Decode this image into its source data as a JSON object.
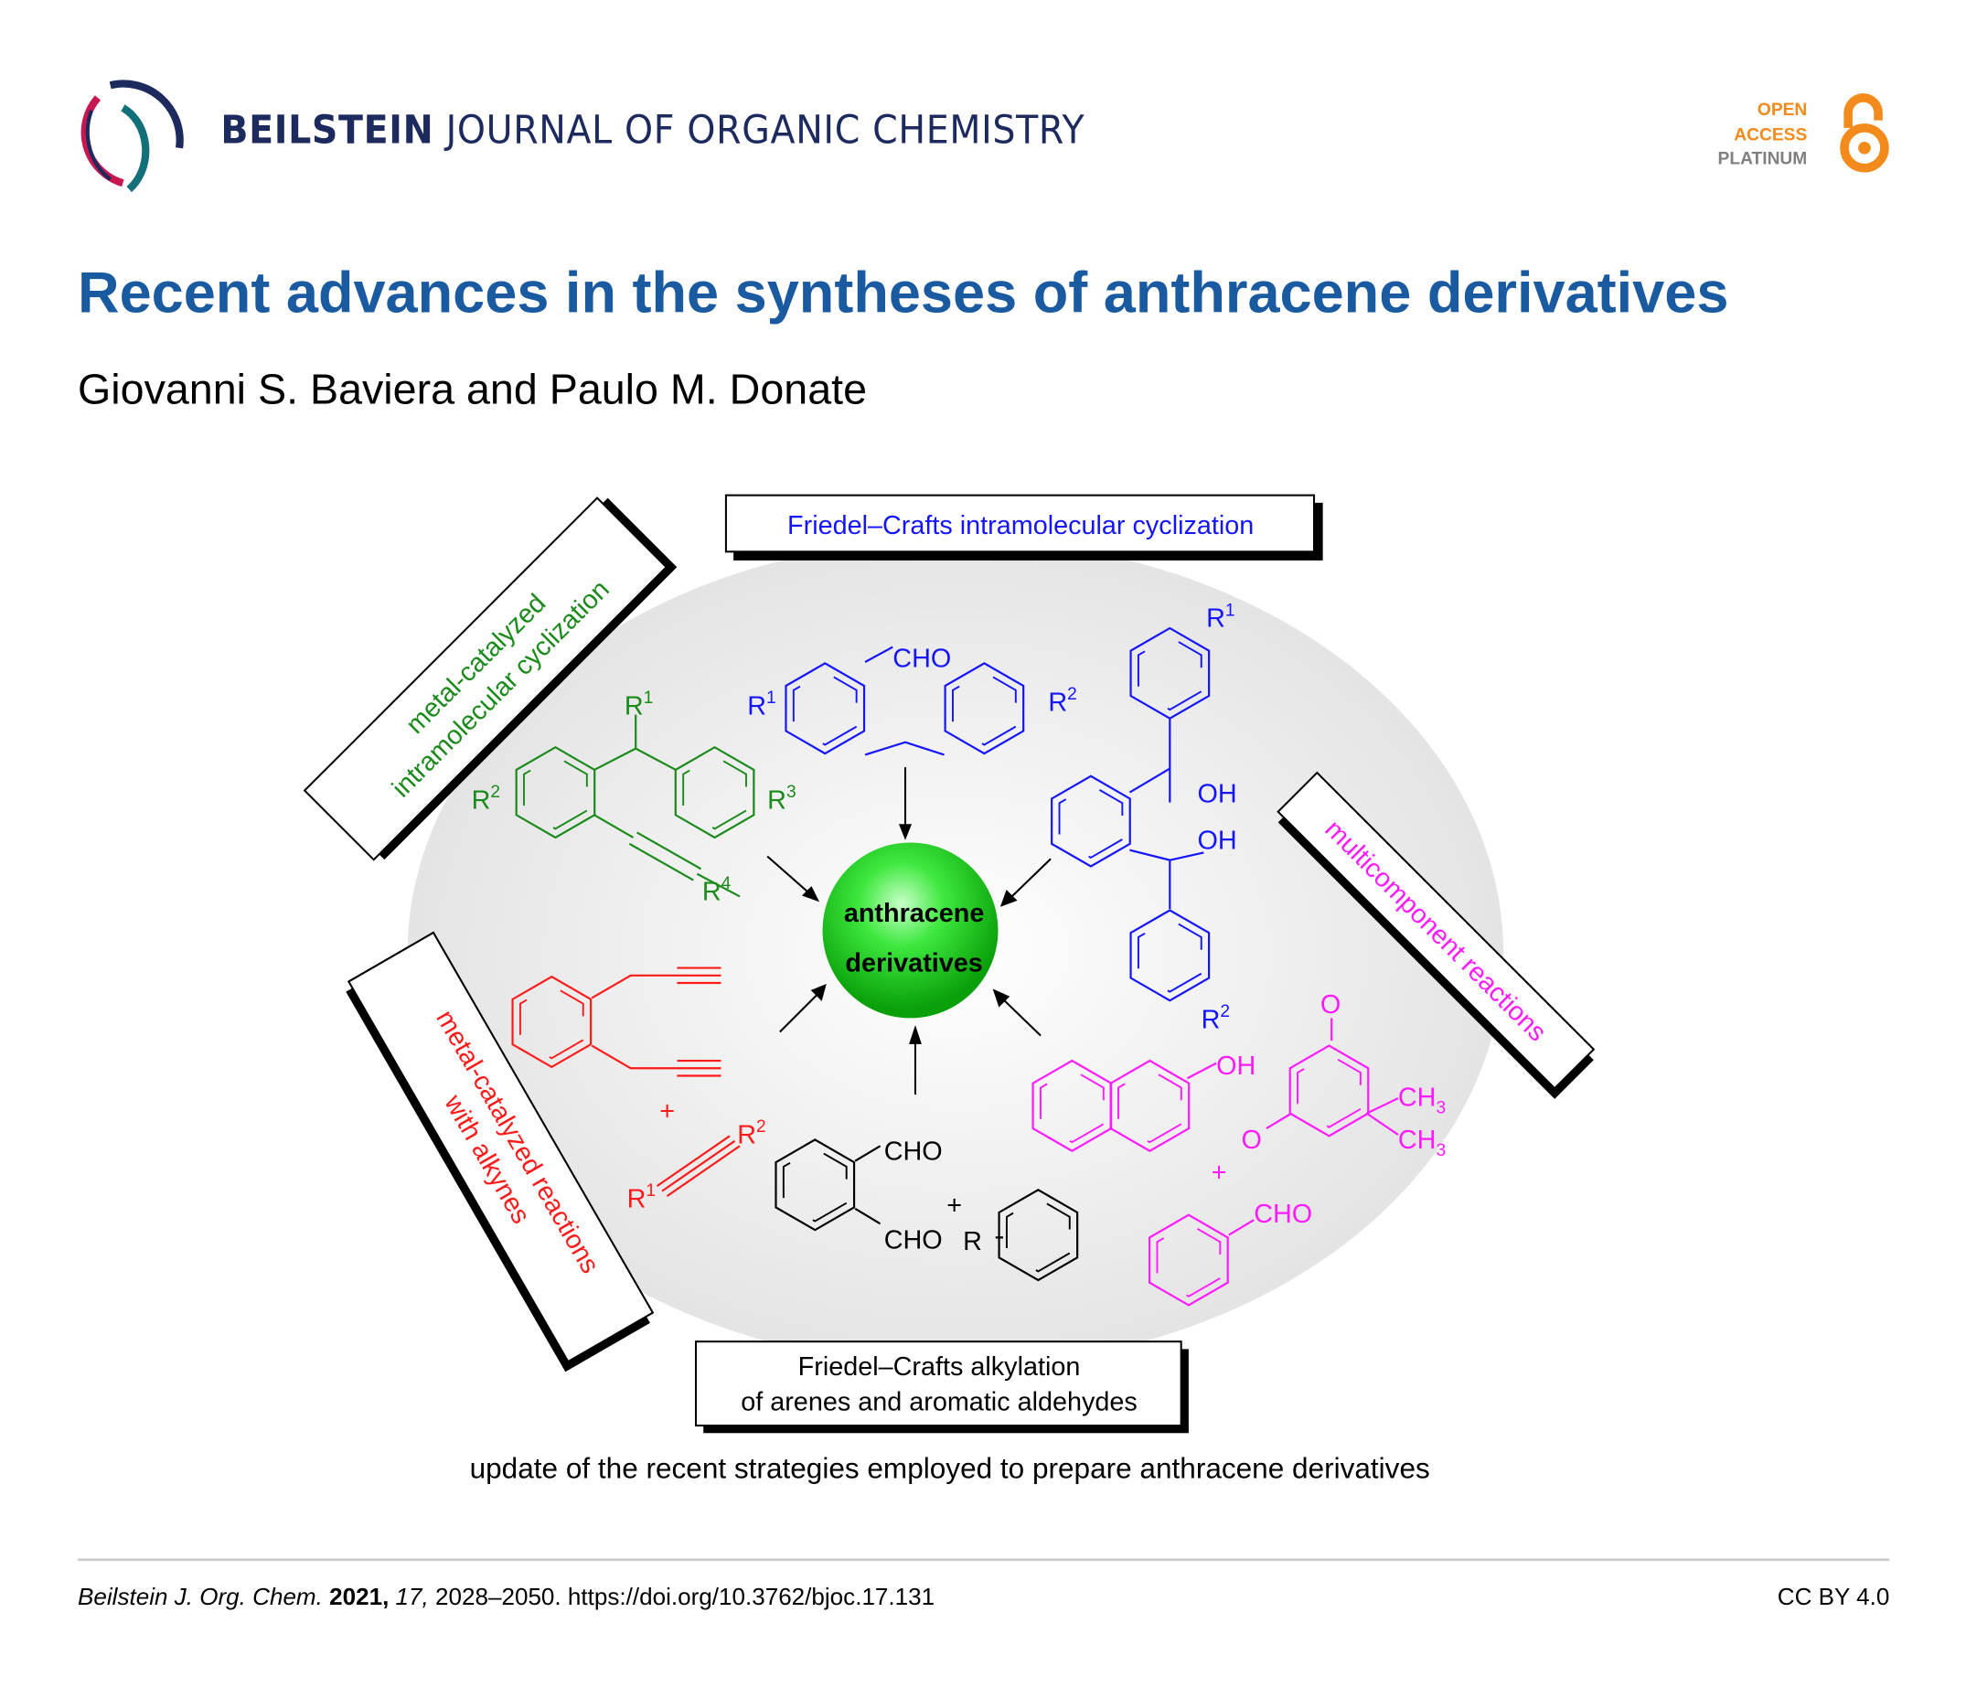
{
  "header": {
    "journal_bold": "BEILSTEIN",
    "journal_rest": "JOURNAL OF ORGANIC CHEMISTRY",
    "badge": {
      "line1": "OPEN",
      "line2": "ACCESS",
      "line3": "PLATINUM"
    }
  },
  "article": {
    "title": "Recent advances in the syntheses of anthracene derivatives",
    "authors": "Giovanni S. Baviera and Paulo M. Donate"
  },
  "graphic": {
    "center_line1": "anthracene",
    "center_line2": "derivatives",
    "label_top": "Friedel–Crafts intramolecular cyclization",
    "label_topleft_1": "metal-catalyzed",
    "label_topleft_2": "intramolecular cyclization",
    "label_right": "multicomponent reactions",
    "label_left_1": "metal-catalyzed reactions",
    "label_left_2": "with alkynes",
    "label_bottom_1": "Friedel–Crafts alkylation",
    "label_bottom_2": "of arenes and aromatic aldehydes",
    "chem": {
      "cho": "CHO",
      "oh": "OH",
      "o": "O",
      "ch3": "CH",
      "sub3": "3",
      "plus": "+",
      "r": "R",
      "s1": "1",
      "s2": "2",
      "s3": "3",
      "s4": "4"
    },
    "colors": {
      "green": "#1a8a1a",
      "blue": "#1414ff",
      "red": "#ff1a1a",
      "magenta": "#ff1aff",
      "black": "#000000"
    }
  },
  "caption": "update of the recent strategies employed to prepare anthracene derivatives",
  "footer": {
    "journal_abbr": "Beilstein J. Org. Chem.",
    "year": "2021,",
    "volume": "17,",
    "pages_doi": "2028–2050. https://doi.org/10.3762/bjoc.17.131",
    "license": "CC BY 4.0"
  }
}
